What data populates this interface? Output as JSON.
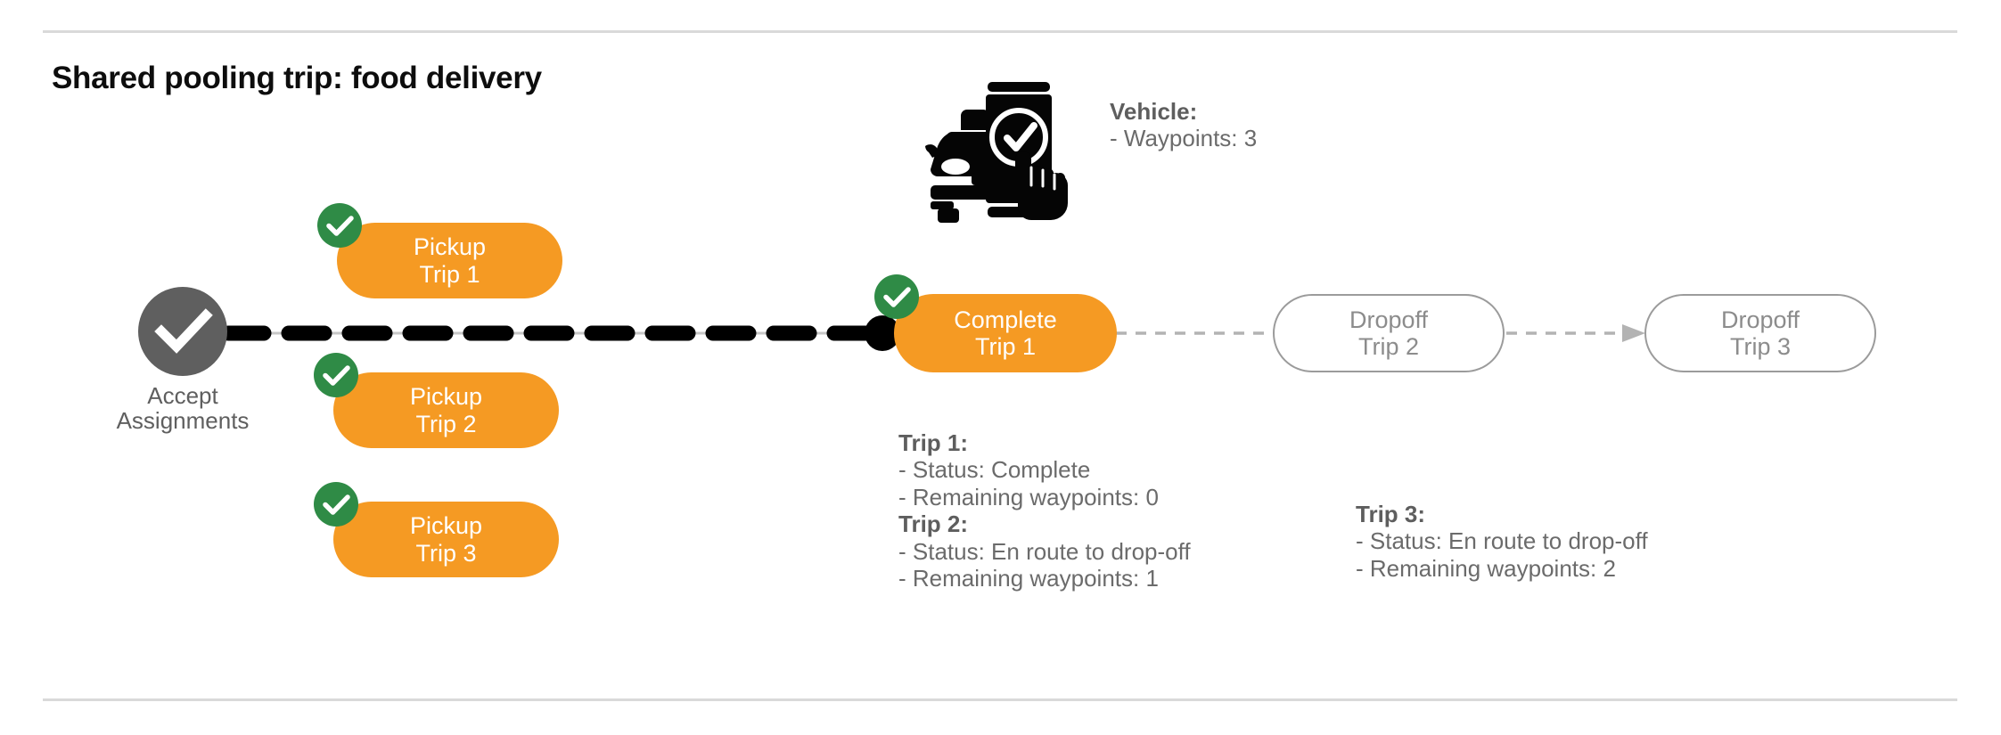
{
  "slide": {
    "title": "Shared pooling trip: food delivery",
    "divider_color": "#d9d9d9"
  },
  "colors": {
    "orange": "#F59A23",
    "green": "#2F8B46",
    "gray_node": "#5f5f5f",
    "gray_outline": "#9b9b9b",
    "gray_text": "#6b6b6b",
    "black": "#000000"
  },
  "flow": {
    "start_node": {
      "icon": "check-circle-icon",
      "label_line1": "Accept",
      "label_line2": "Assignments"
    },
    "pickups": [
      {
        "line1": "Pickup",
        "line2": "Trip 1",
        "state": "complete",
        "badge": "check-badge-icon"
      },
      {
        "line1": "Pickup",
        "line2": "Trip 2",
        "state": "complete",
        "badge": "check-badge-icon"
      },
      {
        "line1": "Pickup",
        "line2": "Trip 3",
        "state": "complete",
        "badge": "check-badge-icon"
      }
    ],
    "complete_node": {
      "line1": "Complete",
      "line2": "Trip 1",
      "state": "complete",
      "badge": "check-badge-icon"
    },
    "dropoffs": [
      {
        "line1": "Dropoff",
        "line2": "Trip 2",
        "state": "pending"
      },
      {
        "line1": "Dropoff",
        "line2": "Trip 3",
        "state": "pending"
      }
    ]
  },
  "vehicle": {
    "icon": "car-phone-check-icon",
    "heading": "Vehicle:",
    "waypoints_line": "- Waypoints: 3",
    "waypoints": 3
  },
  "trip_details": {
    "left_block": [
      {
        "heading": "Trip 1:",
        "status": "- Status:  Complete",
        "remaining": "- Remaining waypoints: 0"
      },
      {
        "heading": "Trip 2:",
        "status": "- Status:  En route to drop-off",
        "remaining": "- Remaining waypoints: 1"
      }
    ],
    "right_block": [
      {
        "heading": "Trip 3:",
        "status": "- Status:  En route to drop-off",
        "remaining": "- Remaining waypoints: 2"
      }
    ]
  }
}
